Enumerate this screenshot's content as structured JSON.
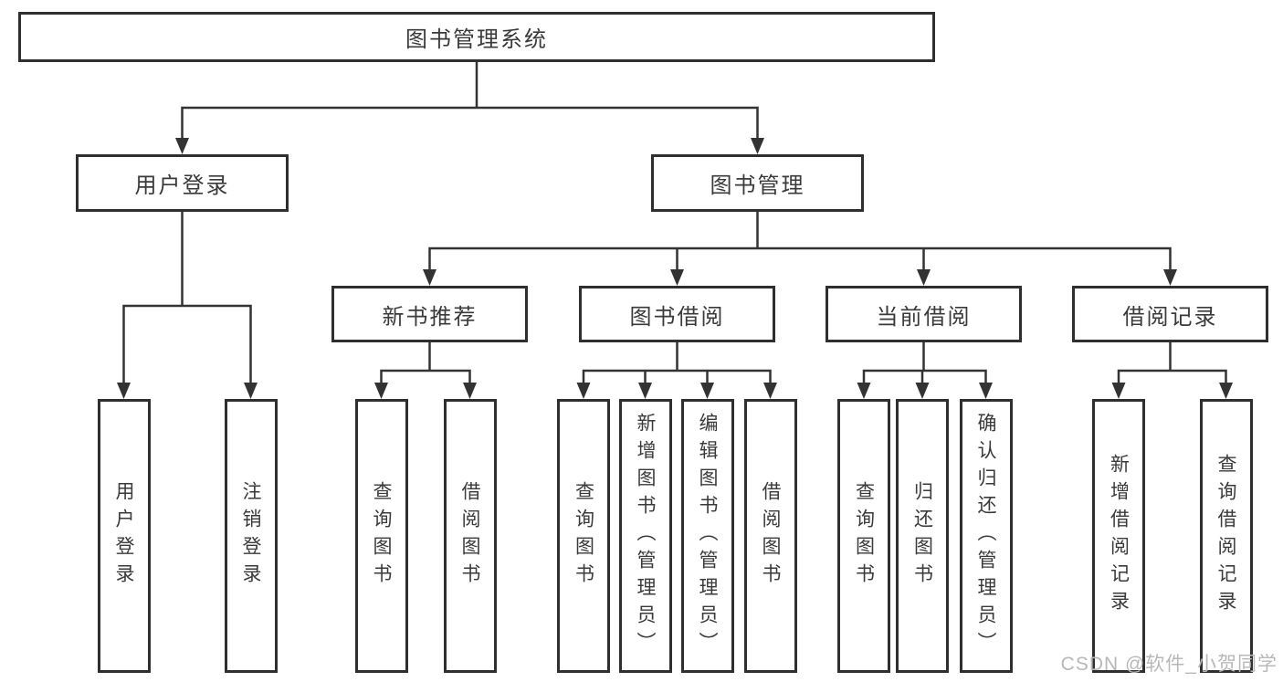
{
  "root": {
    "label": "图书管理系统"
  },
  "level2": {
    "user_login": "用户登录",
    "book_mgmt": "图书管理"
  },
  "level3": {
    "new_books": "新书推荐",
    "book_borrow": "图书借阅",
    "current_borrow": "当前借阅",
    "borrow_records": "借阅记录"
  },
  "leaves": {
    "user_login": [
      "用户登录",
      "注销登录"
    ],
    "new_books": [
      "查询图书",
      "借阅图书"
    ],
    "book_borrow": [
      "查询图书",
      "新增图书（管理员）",
      "编辑图书（管理员）",
      "借阅图书"
    ],
    "current_borrow": [
      "查询图书",
      "归还图书",
      "确认归还（管理员）"
    ],
    "borrow_records": [
      "新增借阅记录",
      "查询借阅记录"
    ]
  },
  "watermark": "CSDN @软件_小贺同学",
  "colors": {
    "line": "#333333",
    "box_border": "#2f2f2f",
    "text": "#3a3a3a",
    "watermark": "#b8b8b8",
    "background": "#ffffff"
  }
}
